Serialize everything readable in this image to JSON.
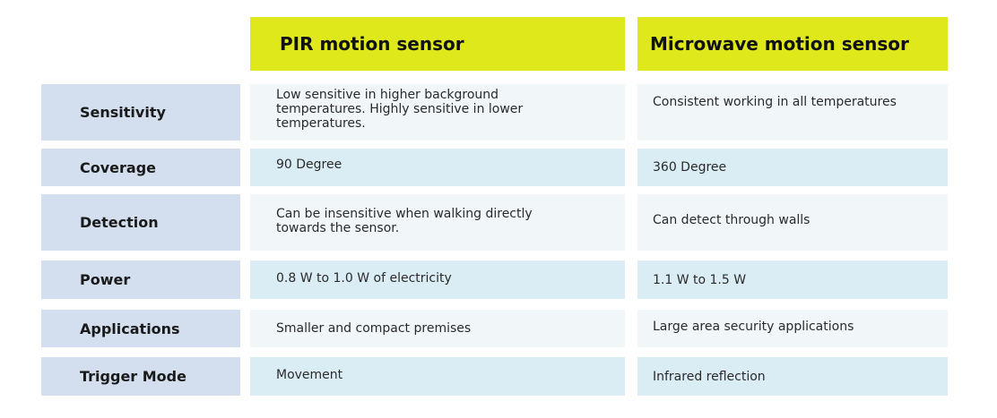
{
  "columns": {
    "pir": "PIR motion sensor",
    "microwave": "Microwave motion sensor"
  },
  "rows": [
    {
      "label": "Sensitivity",
      "pir": "Low sensitive in higher background temperatures. Highly sensitive in lower temperatures.",
      "microwave": "Consistent working in all temperatures"
    },
    {
      "label": "Coverage",
      "pir": "90 Degree",
      "microwave": "360 Degree"
    },
    {
      "label": "Detection",
      "pir": "Can be insensitive when walking directly towards the sensor.",
      "microwave": "Can detect through walls"
    },
    {
      "label": "Power",
      "pir": "0.8 W to 1.0 W of electricity",
      "microwave": "1.1 W to 1.5 W"
    },
    {
      "label": "Applications",
      "pir": "Smaller and compact premises",
      "microwave": "Large area security applications"
    },
    {
      "label": "Trigger Mode",
      "pir": "Movement",
      "microwave": "Infrared reflection"
    }
  ]
}
